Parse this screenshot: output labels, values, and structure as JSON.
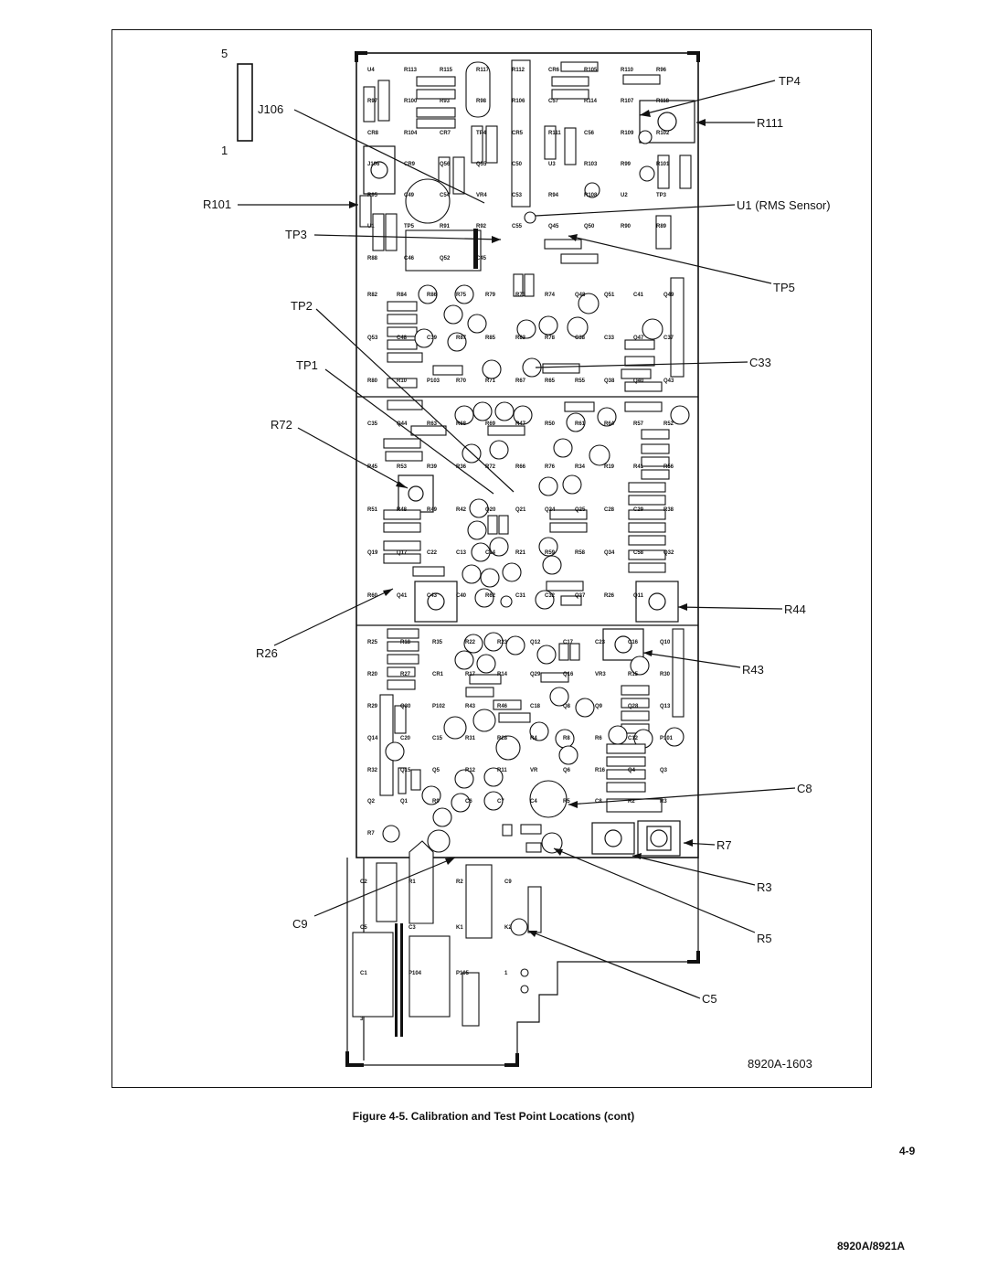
{
  "figure": {
    "caption": "Figure 4-5. Calibration and Test Point Locations (cont)",
    "drawing_number": "8920A-1603",
    "page_number": "4-9",
    "model": "8920A/8921A"
  },
  "connector_strip": {
    "top_pin": "5",
    "bottom_pin": "1"
  },
  "callouts": {
    "left": [
      "J106",
      "R101",
      "TP3",
      "TP2",
      "TP1",
      "R72",
      "R26",
      "C9"
    ],
    "right": [
      "TP4",
      "R111",
      "U1 (RMS Sensor)",
      "TP5",
      "C33",
      "R44",
      "R43",
      "C8",
      "R7",
      "R3",
      "R5",
      "C5"
    ]
  },
  "board_labels": {
    "top_section": [
      "U4",
      "R113",
      "R115",
      "R117",
      "R112",
      "CR6",
      "R105",
      "R110",
      "R96",
      "R97",
      "R100",
      "R93",
      "R98",
      "R106",
      "C57",
      "R114",
      "R107",
      "R118",
      "CR8",
      "R104",
      "CR7",
      "TP4",
      "CR5",
      "R111",
      "C56",
      "R109",
      "R102",
      "J106",
      "CR9",
      "Q56",
      "Q55",
      "C50",
      "U3",
      "R103",
      "R99",
      "R101",
      "R95",
      "C49",
      "C54",
      "VR4",
      "C53",
      "R94",
      "R108",
      "U2",
      "TP3",
      "U1",
      "TP5",
      "R91",
      "R92",
      "C55",
      "Q45",
      "Q50",
      "R90",
      "R89",
      "R88",
      "C46",
      "Q52",
      "C45"
    ],
    "middle_section": [
      "R82",
      "R84",
      "R86",
      "R75",
      "R79",
      "R73",
      "R74",
      "Q48",
      "Q51",
      "C41",
      "Q49",
      "Q53",
      "C48",
      "C39",
      "R87",
      "R85",
      "R83",
      "R78",
      "C38",
      "C33",
      "Q47",
      "C37",
      "R80",
      "R10",
      "P103",
      "R70",
      "R71",
      "R67",
      "R65",
      "R55",
      "Q38",
      "Q40",
      "Q43",
      "C35",
      "Q44",
      "R63",
      "R68",
      "R69",
      "R47",
      "R50",
      "R61",
      "R64",
      "R57",
      "R52",
      "R45",
      "R53",
      "R39",
      "R36",
      "R72",
      "R66",
      "R76",
      "R34",
      "R19",
      "R41",
      "R56",
      "R51",
      "R48",
      "R49",
      "R42",
      "Q20",
      "Q21",
      "Q24",
      "Q25",
      "C28",
      "C29",
      "R38",
      "Q19",
      "Q17",
      "C22",
      "C13",
      "C14",
      "R21",
      "R59",
      "R58",
      "Q34",
      "C58",
      "Q32",
      "R60",
      "Q41",
      "C43",
      "C40",
      "R62",
      "C31",
      "C32",
      "Q37",
      "R26",
      "Q11"
    ],
    "bottom_section": [
      "R25",
      "R18",
      "R35",
      "R22",
      "R23",
      "Q12",
      "C17",
      "C23",
      "C16",
      "Q10",
      "R20",
      "R27",
      "CR1",
      "R17",
      "R14",
      "Q29",
      "Q16",
      "VR3",
      "R15",
      "R30",
      "R29",
      "Q30",
      "P102",
      "R43",
      "R46",
      "C18",
      "Q8",
      "Q9",
      "Q28",
      "Q13",
      "Q14",
      "C20",
      "C15",
      "R31",
      "R28",
      "R4",
      "R8",
      "R6",
      "C12",
      "P101",
      "R32",
      "Q15",
      "Q5",
      "R12",
      "R11",
      "VR",
      "Q6",
      "R16",
      "Q4",
      "Q3",
      "Q2",
      "Q1",
      "R9",
      "C6",
      "C7",
      "C4",
      "R5",
      "C8",
      "R2",
      "R3",
      "R7"
    ],
    "lower_area": [
      "C2",
      "R1",
      "R2",
      "C9",
      "C5",
      "C3",
      "K1",
      "K2",
      "C1",
      "P104",
      "P105",
      "1",
      "3"
    ]
  }
}
